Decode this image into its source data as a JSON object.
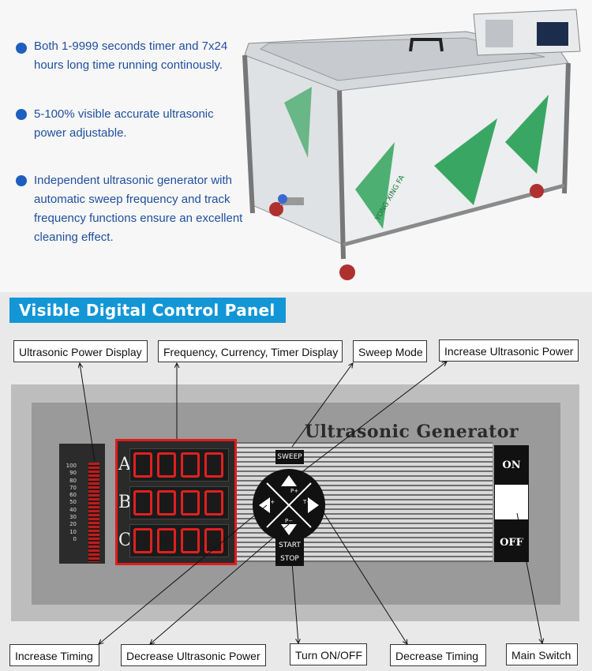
{
  "features": [
    {
      "text": "Both 1-9999 seconds timer and 7x24 hours long time running continously."
    },
    {
      "text": "5-100% visible accurate ultrasonic power adjustable."
    },
    {
      "text": "Independent ultrasonic generator with automatic sweep frequency and track frequency functions ensure an excellent cleaning effect."
    }
  ],
  "machine": {
    "brand_text": "YONG XING FA"
  },
  "banner": {
    "title": "Visible Digital Control Panel"
  },
  "labels": {
    "power_display": "Ultrasonic Power Display",
    "freq_display": "Frequency, Currency, Timer Display",
    "sweep_mode": "Sweep Mode",
    "increase_power": "Increase Ultrasonic Power",
    "increase_timing": "Increase Timing",
    "decrease_power": "Decrease Ultrasonic Power",
    "turn_onoff": "Turn ON/OFF",
    "decrease_timing": "Decrease Timing",
    "main_switch": "Main Switch"
  },
  "panel": {
    "title": "Ultrasonic Generator",
    "scale_ticks": [
      "100",
      "90",
      "80",
      "70",
      "60",
      "50",
      "40",
      "30",
      "20",
      "10",
      "0"
    ],
    "rows": [
      "A",
      "B",
      "C"
    ],
    "sweep": "SWEEP",
    "start": "START",
    "stop": "STOP",
    "pad": {
      "up": "P+",
      "down": "P−",
      "left": "T+",
      "right": "T−"
    },
    "on": "ON",
    "off": "OFF"
  }
}
